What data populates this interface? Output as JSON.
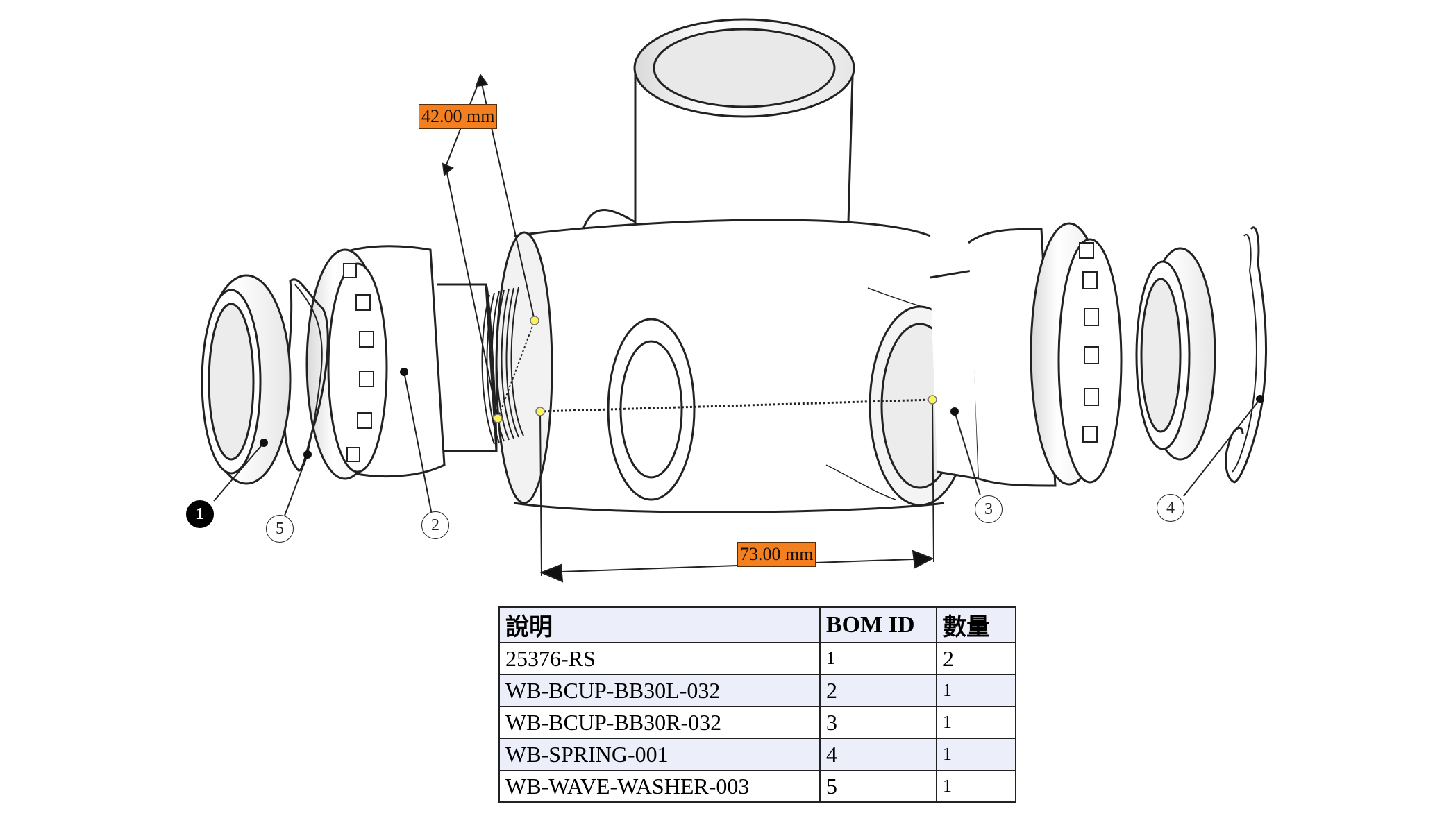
{
  "dimensions": {
    "vertical": "42.00 mm",
    "horizontal": "73.00 mm"
  },
  "balloons": [
    "1",
    "5",
    "2",
    "3",
    "4"
  ],
  "bom": {
    "headers": [
      "說明",
      "BOM ID",
      "數量"
    ],
    "rows": [
      {
        "description": "25376-RS",
        "bom_id": "1",
        "qty": "2"
      },
      {
        "description": "WB-BCUP-BB30L-032",
        "bom_id": "2",
        "qty": "1"
      },
      {
        "description": "WB-BCUP-BB30R-032",
        "bom_id": "3",
        "qty": "1"
      },
      {
        "description": "WB-SPRING-001",
        "bom_id": "4",
        "qty": "1"
      },
      {
        "description": "WB-WAVE-WASHER-003",
        "bom_id": "5",
        "qty": "1"
      }
    ]
  },
  "colors": {
    "dimension_label": "#f47f1f",
    "table_stripe": "#eceefa",
    "point_marker": "#fff35a"
  }
}
